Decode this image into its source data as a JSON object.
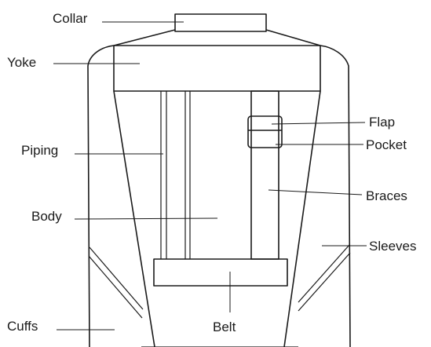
{
  "labels": {
    "collar": "Collar",
    "yoke": "Yoke",
    "flap": "Flap",
    "pocket": "Pocket",
    "piping": "Piping",
    "braces": "Braces",
    "body": "Body",
    "sleeves": "Sleeves",
    "cuffs": "Cuffs",
    "belt": "Belt"
  }
}
